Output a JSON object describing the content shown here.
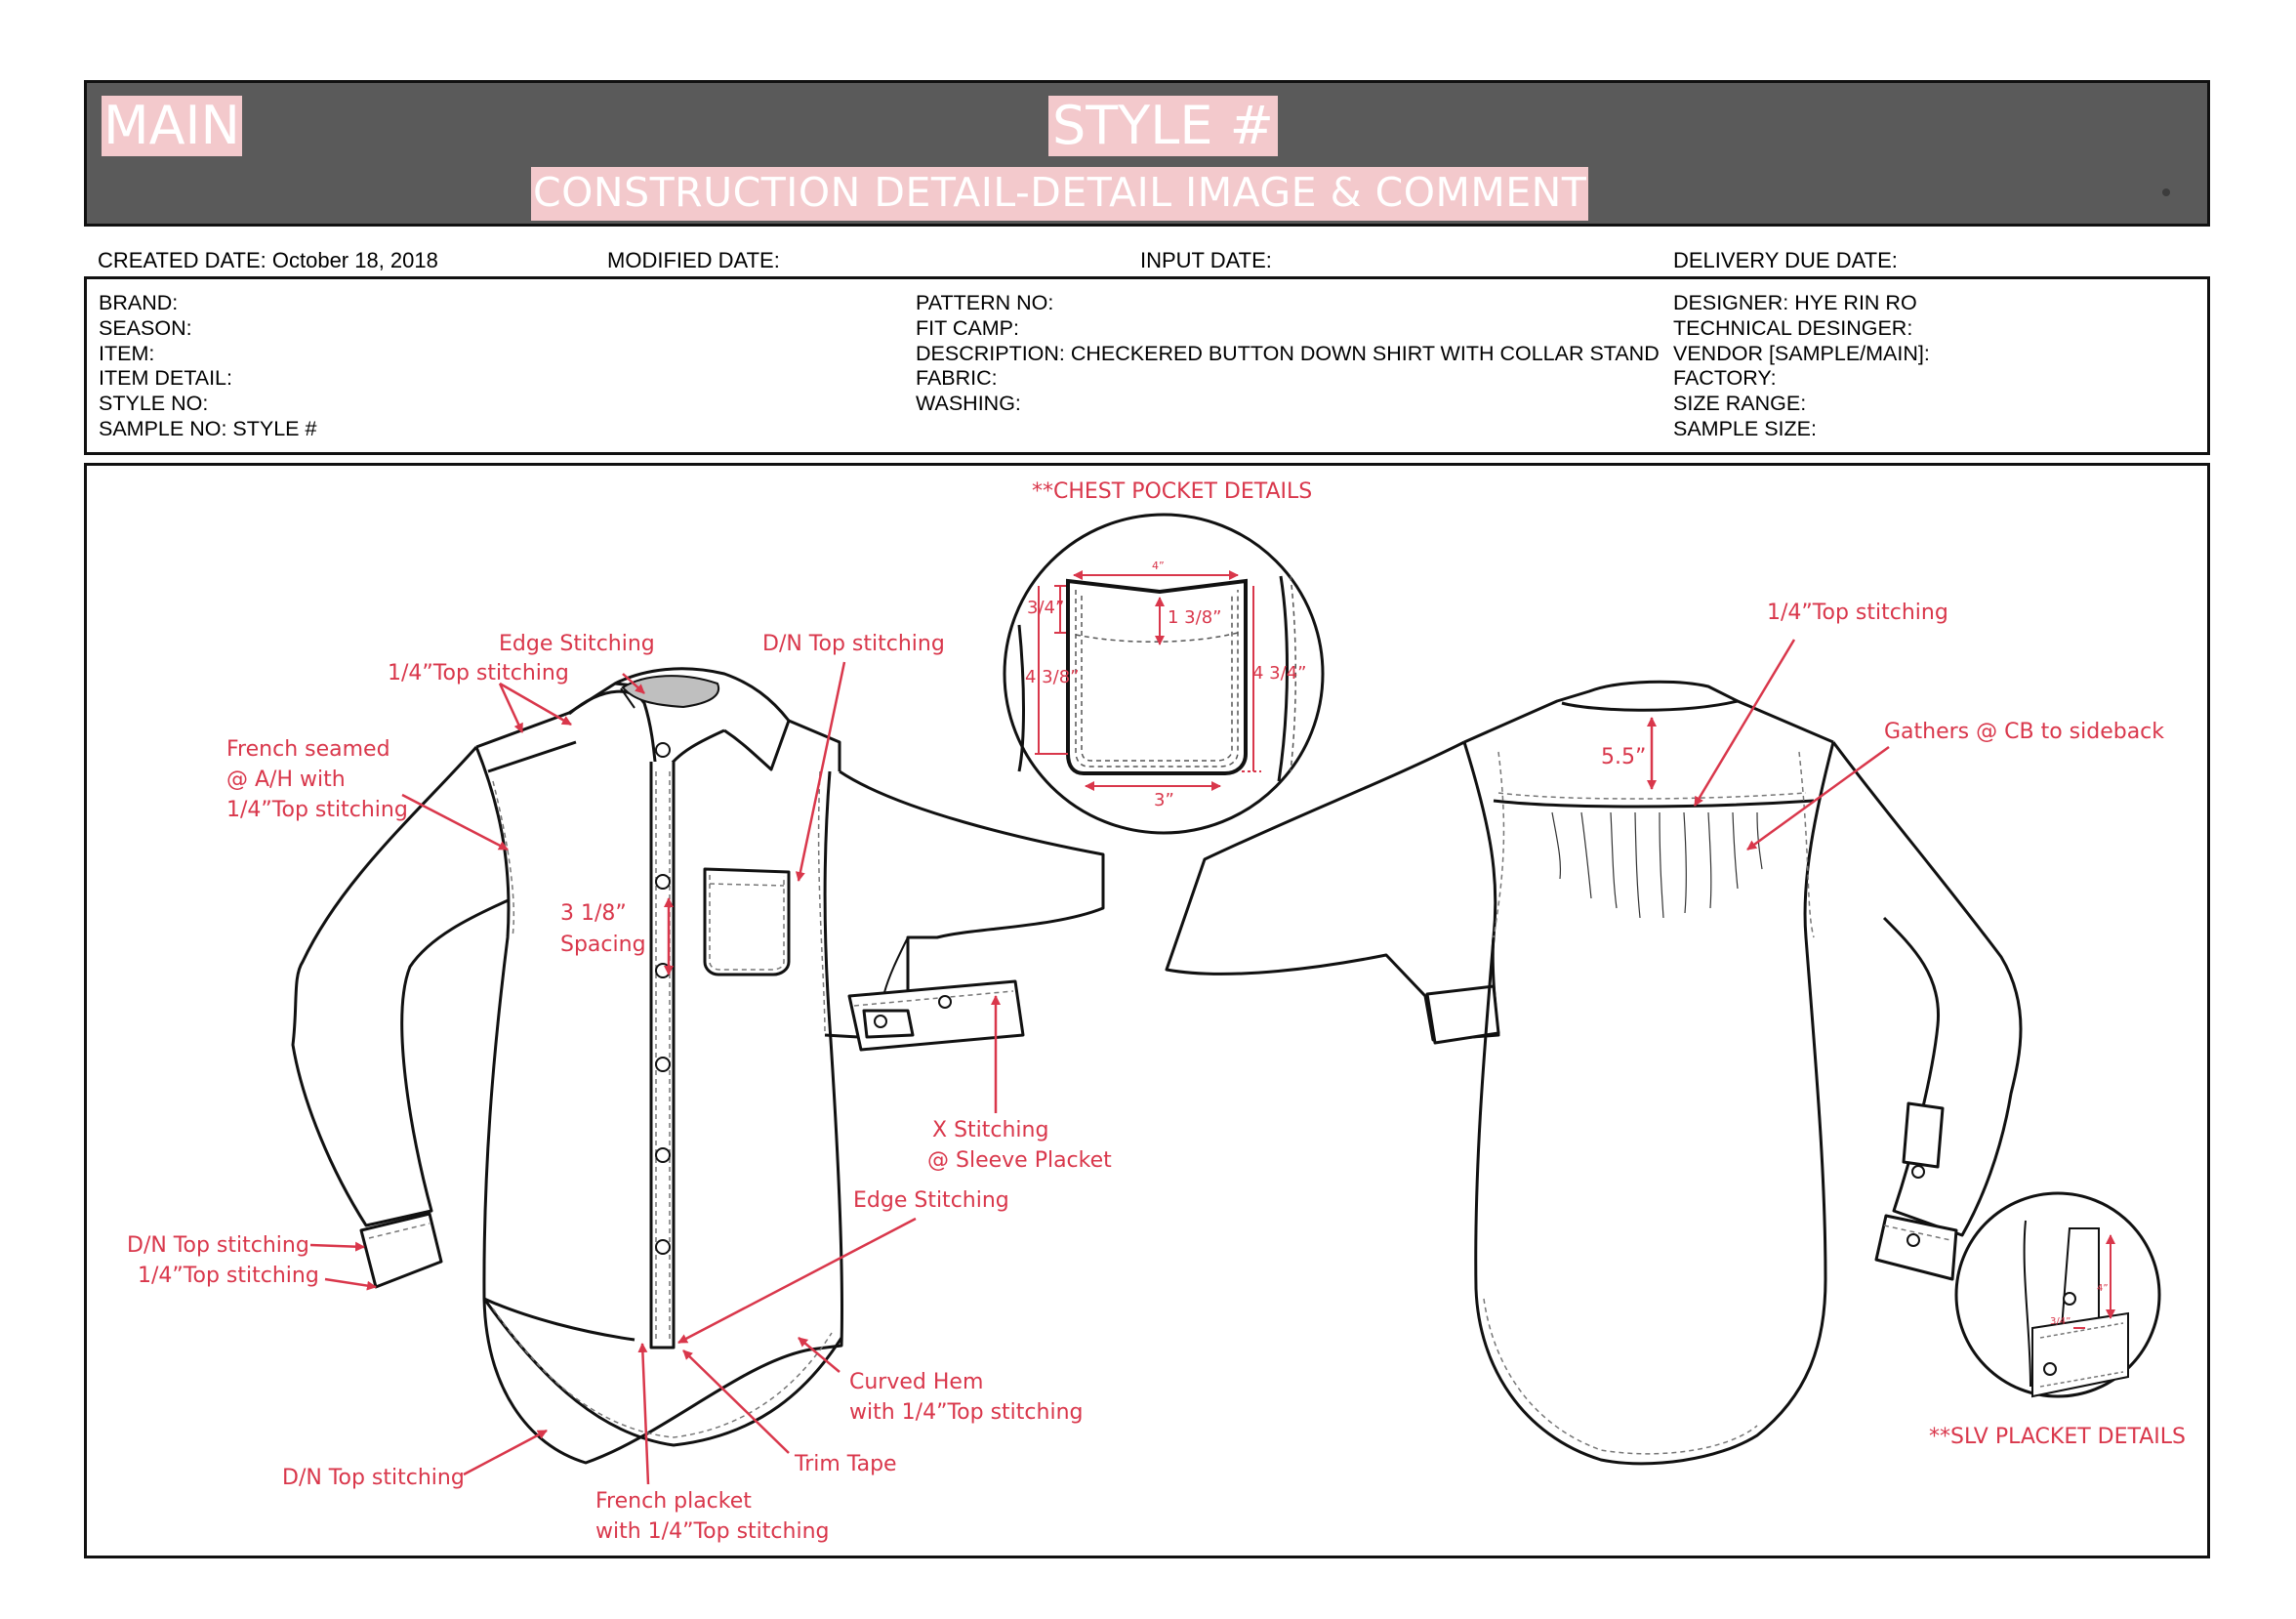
{
  "header": {
    "main": "MAIN",
    "style": "STYLE #",
    "subtitle": "CONSTRUCTION DETAIL-DETAIL IMAGE & COMMENT"
  },
  "dates": {
    "created": "CREATED DATE: October 18, 2018",
    "modified": "MODIFIED DATE:",
    "input": "INPUT DATE:",
    "delivery": "DELIVERY DUE DATE:"
  },
  "info": {
    "col1": [
      "BRAND:",
      "SEASON:",
      "ITEM:",
      "ITEM DETAIL:",
      "STYLE NO:",
      "SAMPLE NO: STYLE #"
    ],
    "col2": [
      "PATTERN NO:",
      "FIT CAMP:",
      "DESCRIPTION: CHECKERED BUTTON DOWN SHIRT WITH COLLAR STAND",
      "FABRIC:",
      "WASHING:"
    ],
    "col3": [
      "DESIGNER: HYE RIN RO",
      "TECHNICAL DESINGER:",
      "VENDOR [SAMPLE/MAIN]:",
      "FACTORY:",
      "SIZE RANGE:",
      "SAMPLE SIZE:"
    ]
  },
  "colors": {
    "accent": "#d9374b",
    "header_bg": "#5a5a5a",
    "header_label_bg": "#f3c9cc"
  },
  "callouts": {
    "chest_pocket_title": "**CHEST POCKET DETAILS",
    "slv_placket_title": "**SLV PLACKET DETAILS",
    "edge_stitching_collar": "Edge Stitching",
    "top_stitch_quarter_1": "1/4”Top stitching",
    "dn_top_stitching_pocket": "D/N Top stitching",
    "french_seamed_1": "French seamed",
    "french_seamed_2": "@ A/H with",
    "french_seamed_3": "1/4”Top stitching",
    "spacing_1": "3 1/8”",
    "spacing_2": "Spacing",
    "x_stitching_1": "X Stitching",
    "x_stitching_2": "@ Sleeve Placket",
    "edge_stitching_hem": "Edge Stitching",
    "curved_hem_1": "Curved Hem",
    "curved_hem_2": "with 1/4”Top stitching",
    "trim_tape": "Trim Tape",
    "french_placket_1": "French placket",
    "french_placket_2": "with 1/4”Top stitching",
    "dn_top_stitching_hem": "D/N Top stitching",
    "dn_top_stitching_cuff": "D/N Top stitching",
    "top_stitch_quarter_cuff": "1/4”Top stitching",
    "back_top_stitching": "1/4”Top stitching",
    "gathers": "Gathers @ CB to sideback",
    "yoke_depth": "5.5”"
  },
  "pocket_dims": {
    "width_top": "4”",
    "flap_depth": "3/4”",
    "point_depth": "1 3/8”",
    "left_height": "4 3/8”",
    "right_height": "4 3/4”",
    "width_bottom": "3”"
  },
  "placket_dims": {
    "length": "4”",
    "width": "3/4”"
  }
}
